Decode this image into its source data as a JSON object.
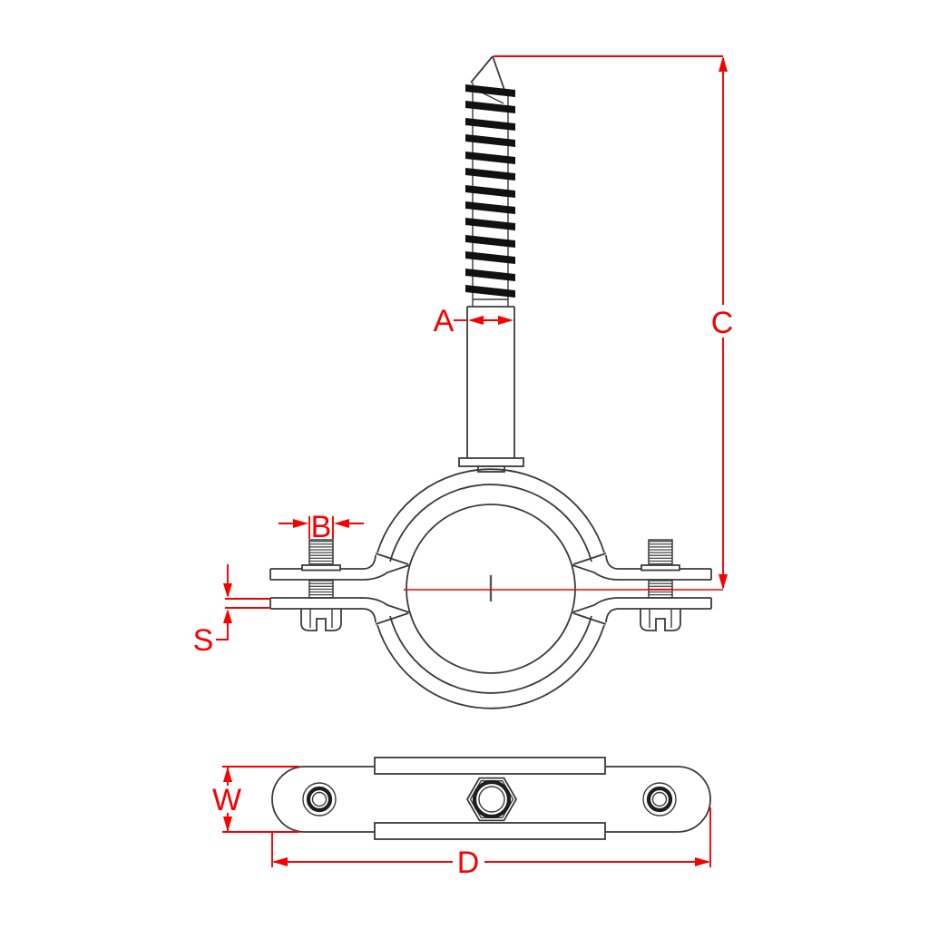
{
  "labels": {
    "A": "A",
    "B": "B",
    "C": "C",
    "S": "S",
    "W": "W",
    "D": "D"
  },
  "colors": {
    "dimension": "#f70000",
    "outline": "#3a3a3a",
    "thread": "#111111",
    "background": "#ffffff"
  }
}
